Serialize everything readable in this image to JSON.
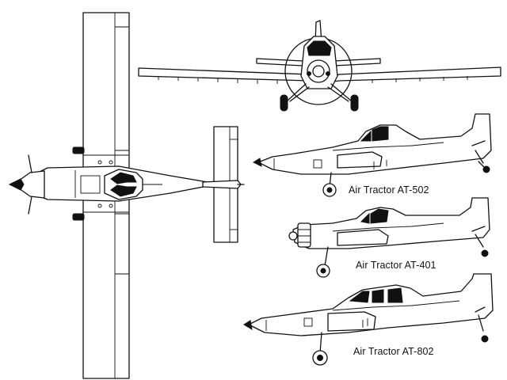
{
  "captions": {
    "at502": "Air Tractor AT-502",
    "at401": "Air Tractor AT-401",
    "at802": "Air Tractor AT-802"
  },
  "colors": {
    "ink": "#111111",
    "paper": "#ffffff"
  }
}
